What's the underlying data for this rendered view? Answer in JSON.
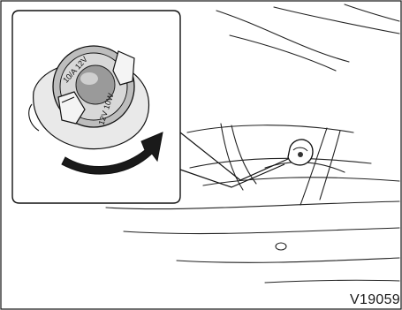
{
  "figure": {
    "code": "V19059",
    "inset": {
      "bulb_marking_upper": "10/A 12V",
      "bulb_marking_lower": "12V 10W"
    }
  }
}
